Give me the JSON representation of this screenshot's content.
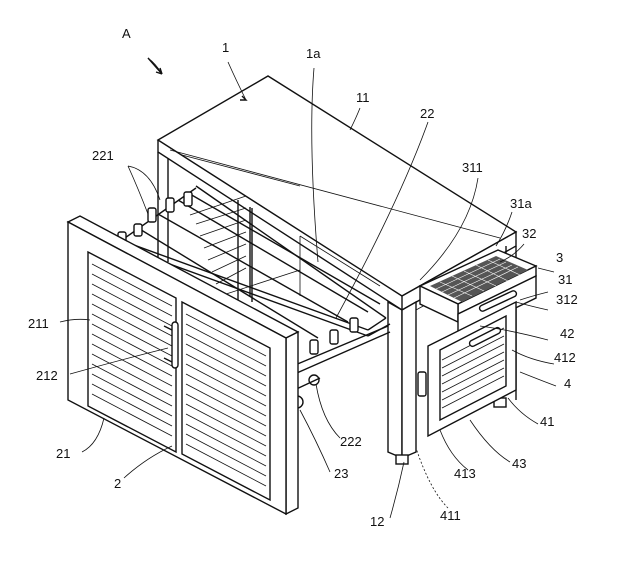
{
  "figure": {
    "labels": {
      "A": "A",
      "l1": "1",
      "l1a": "1a",
      "l11": "11",
      "l22": "22",
      "l221": "221",
      "l311": "311",
      "l31a": "31a",
      "l32": "32",
      "l3": "3",
      "l31": "31",
      "l312": "312",
      "l42": "42",
      "l412": "412",
      "l4": "4",
      "l41": "41",
      "l43": "43",
      "l413": "413",
      "l411": "411",
      "l12": "12",
      "l23": "23",
      "l222": "222",
      "l2": "2",
      "l21": "21",
      "l211": "211",
      "l212": "212"
    }
  }
}
